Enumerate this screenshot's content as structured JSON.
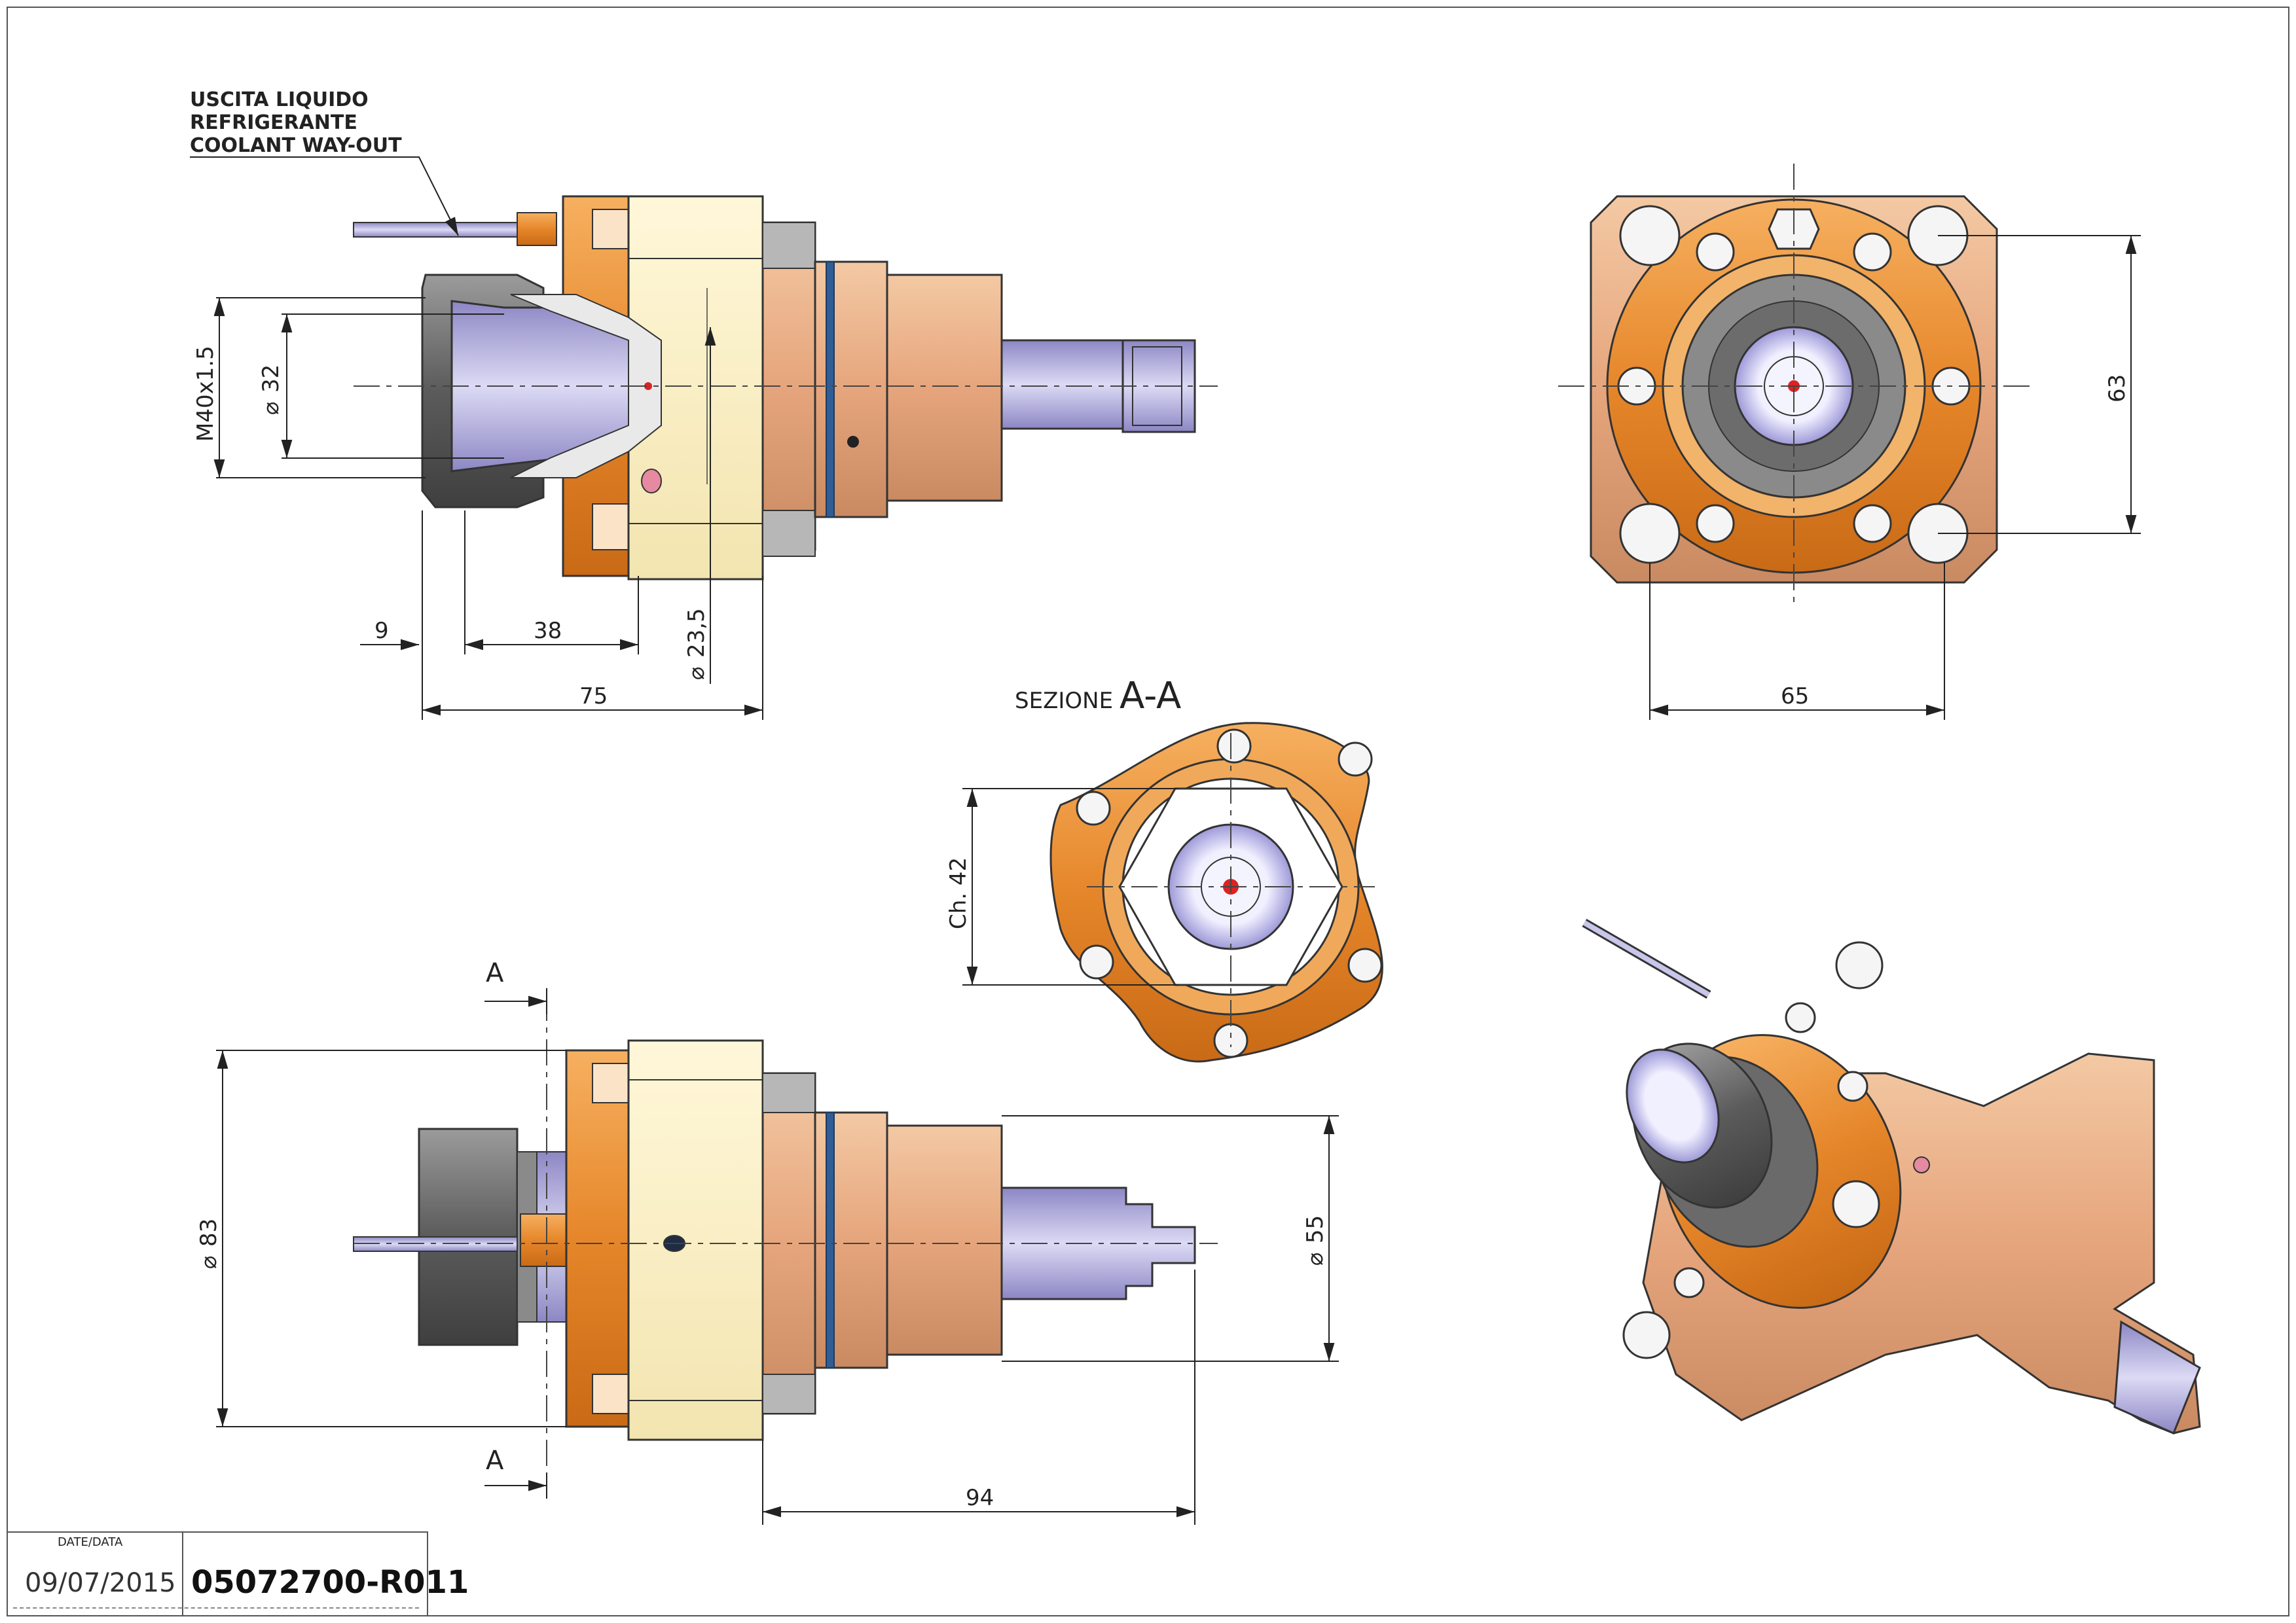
{
  "notes": {
    "coolant_line1": "USCITA LIQUIDO",
    "coolant_line2": "REFRIGERANTE",
    "coolant_line3": "COOLANT WAY-OUT"
  },
  "section": {
    "prefix": "SEZIONE",
    "name": "A-A",
    "marker_top": "A",
    "marker_bottom": "A"
  },
  "dimensions": {
    "thread": "M40x1.5",
    "d32": "32",
    "d23_5": "23,5",
    "d9": "9",
    "d38": "38",
    "d75": "75",
    "d63": "63",
    "d65": "65",
    "ch42": "Ch. 42",
    "d83": "83",
    "d55": "55",
    "d94": "94"
  },
  "title_block": {
    "date_label": "DATE/DATA",
    "date": "09/07/2015",
    "code": "05072700-R011"
  },
  "colors": {
    "body_orange": "#e6953f",
    "body_peach": "#e8b48f",
    "housing_cream": "#fbf1c8",
    "nut_gray": "#6f6f6f",
    "shaft_lavender": "#b9b6e6",
    "seal_blue": "#2f5d94"
  }
}
